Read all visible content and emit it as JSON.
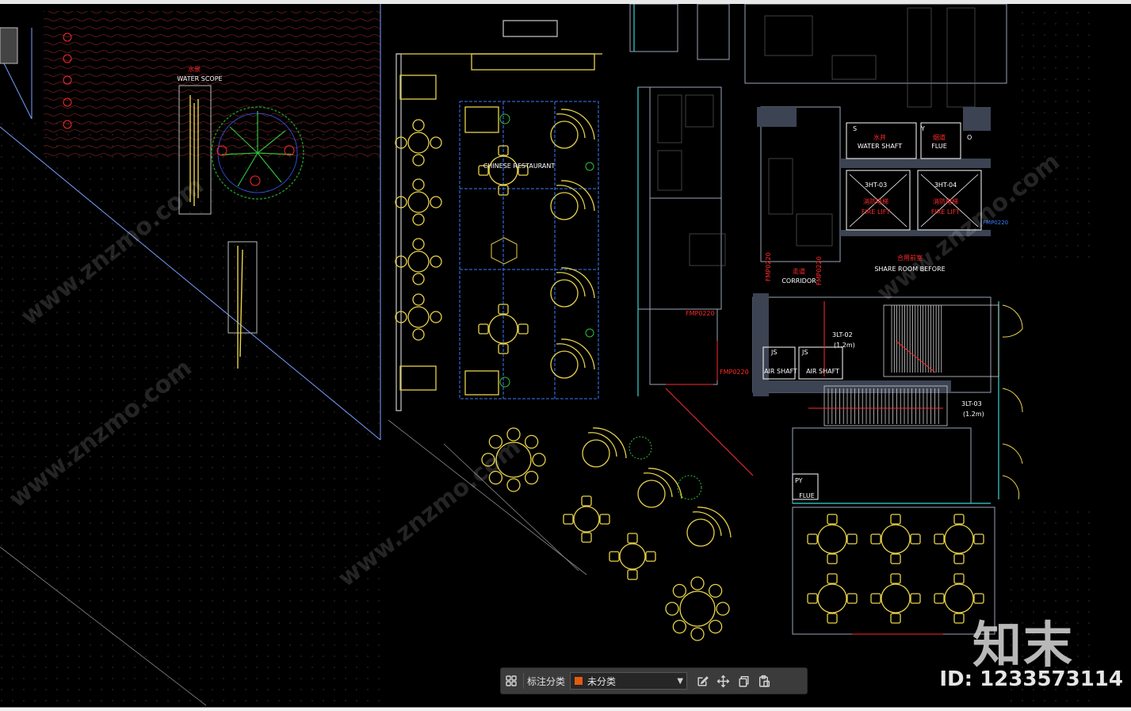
{
  "drawing": {
    "labels": {
      "water_scope": "WATER SCOPE",
      "water_scope_cn": "水景",
      "chinese_restaurant": "CHINESE RESTAURANT",
      "water_shaft": "WATER SHAFT",
      "water_shaft_cn": "水井",
      "flue": "FLUE",
      "flue_cn": "烟道",
      "fire_lift_1_code": "3HT-03",
      "fire_lift_2_code": "3HT-04",
      "fire_lift": "FIRE LIFT",
      "fire_lift_cn": "消防电梯",
      "corridor": "CORRIDOR",
      "corridor_cn": "走道",
      "share_room": "SHARE ROOM BEFORE",
      "share_room_cn": "合用前室",
      "air_shaft": "AIR SHAFT",
      "js": "JS",
      "stair_1_code": "3LT-02",
      "stair_1_width": "(1.2m)",
      "stair_2_code": "3LT-03",
      "stair_2_width": "(1.2m)",
      "flue_small": "FLUE",
      "py": "PY",
      "s_mark": "S",
      "y_mark": "Y",
      "o_mark": "O",
      "door_code_1": "FMP0220",
      "door_code_2": "FMP0220",
      "door_code_3": "FMP0220",
      "door_code_4": "FMP0220",
      "door_code_5": "FMP0220"
    }
  },
  "watermark": {
    "logo": "知末",
    "id": "ID: 1233573114",
    "diag_text": "www.znzmo.com"
  },
  "toolbar": {
    "grid_icon": "grid-icon",
    "label": "标注分类",
    "select_value": "未分类",
    "select_color": "#e25b12",
    "tools": [
      "edit-icon",
      "move-icon",
      "copy-icon",
      "paste-icon"
    ]
  }
}
